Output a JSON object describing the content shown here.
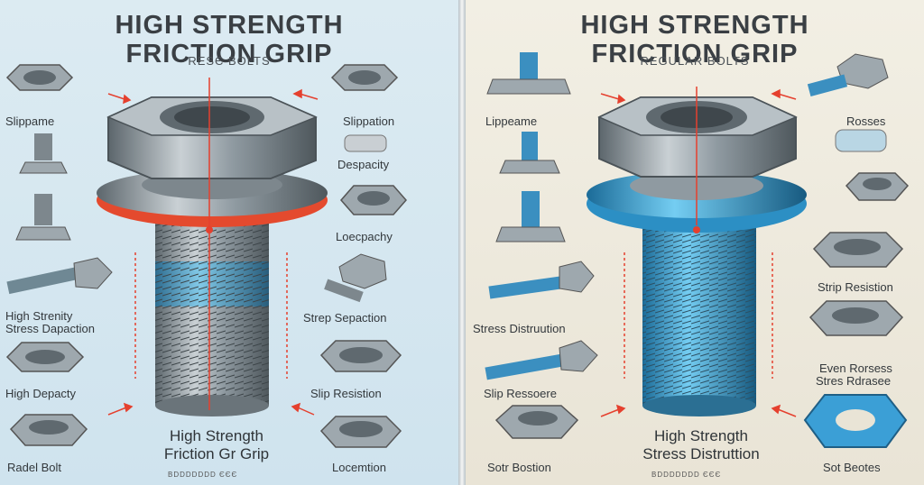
{
  "left": {
    "title_line1": "HIGH STRENGTH",
    "title_line2": "FRICTION GRIP",
    "subtitle": "RESЄ BOLTS",
    "labels": {
      "slippame": "Slippame",
      "slippation": "Slippation",
      "despacity": "Despacity",
      "loecpachy": "Loecpachy",
      "high_strenity": "High Strenity",
      "stress_dapaction": "Stress Dapaction",
      "strep_sepaction": "Strep Sepaction",
      "high_depacty": "High Depacty",
      "slip_resistion": "Slip Resistion",
      "radel_bolt": "Radel Bolt",
      "locemtion": "Locemtion"
    },
    "caption_line1": "High Strength",
    "caption_line2": "Friction Gr Grip",
    "footer": "BDDDDDDD ЄЄЄ"
  },
  "right": {
    "title_line1": "HIGH STRENGTH",
    "title_line2": "FRICTION GRIP",
    "subtitle": "REGULAR BOLTS",
    "labels": {
      "lippeame": "Lippeame",
      "rosses": "Rosses",
      "stress_distruution": "Stress Distruution",
      "strip_resistion": "Strip Resistion",
      "even_rorsess": "Even Rorsess",
      "stres_rdrasee": "Stres Rdrasee",
      "slip_ressoere": "Slip Ressoere",
      "sotr_bostion": "Sotr Bostion",
      "sot_beotes": "Sot Beotes"
    },
    "caption_line1": "High Strength",
    "caption_line2": "Stress Distruttion",
    "footer": "BDDDDDDD ЄЄЄ"
  },
  "colors": {
    "steel": "#8f9aa1",
    "steel_dark": "#5c666c",
    "accent_red": "#e5402e",
    "accent_blue": "#39a7dc"
  },
  "icons": [
    "hex-nut-icon",
    "hex-bolt-icon",
    "washer-icon",
    "arrow-icon"
  ]
}
